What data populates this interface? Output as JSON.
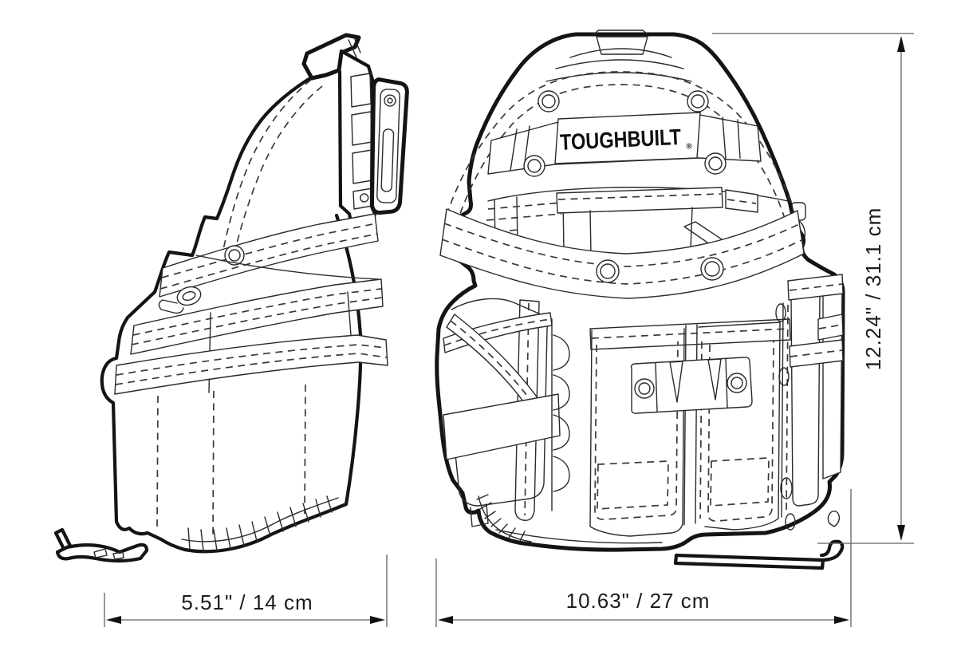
{
  "meta": {
    "background_color": "#ffffff",
    "line_color": "#141414",
    "dimension_line_color": "#606060"
  },
  "brand": {
    "logo_text": "TOUGHBUILT",
    "registered_mark": "®"
  },
  "dimensions": {
    "side_width": "5.51\"  /  14 cm",
    "front_width": "10.63\"  /  27 cm",
    "height": "12.24\"  /  31.1 cm"
  }
}
